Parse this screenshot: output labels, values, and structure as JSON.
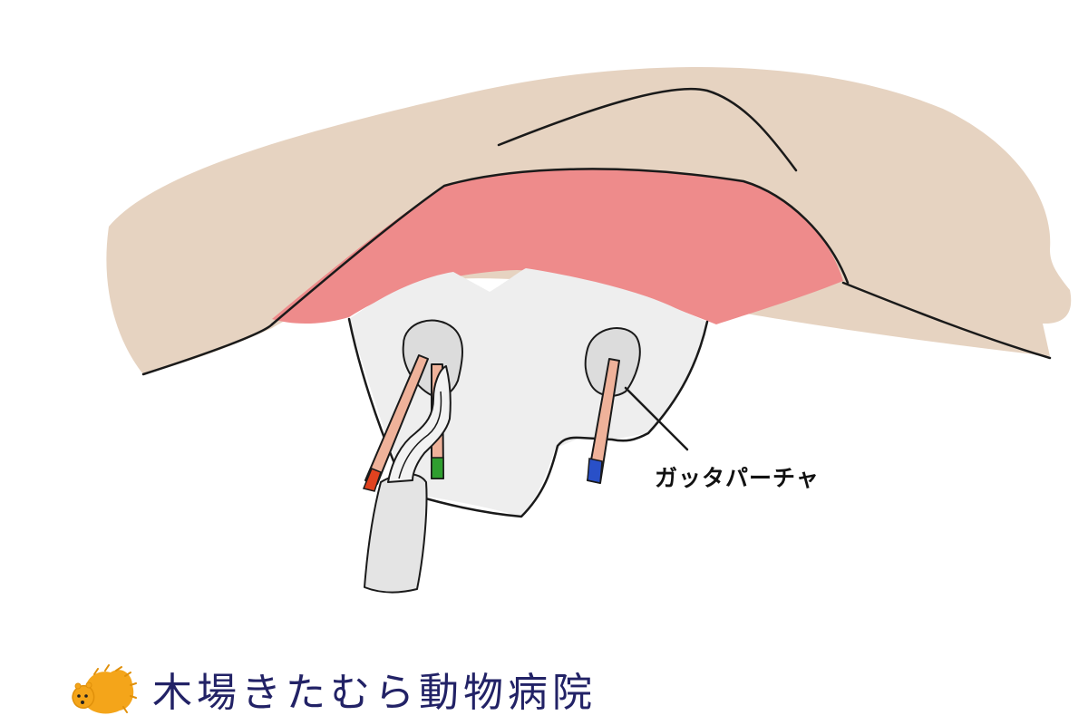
{
  "annotation": {
    "label": "ガッタパーチャ"
  },
  "footer": {
    "clinic_name": "木場きたむら動物病院",
    "logo": "hedgehog-logo",
    "text_color": "#222266"
  },
  "colors": {
    "lip": "#e6d3c1",
    "gum": "#ee8b8b",
    "tooth": "#eeeeee",
    "gutta_percha": "#efb29a",
    "marker_red": "#e0421f",
    "marker_green": "#2f9e2f",
    "marker_blue": "#2950c8",
    "logo_orange": "#f4a51a",
    "outline": "#1a1a1a"
  },
  "icons": {
    "points": "gutta-percha-points",
    "instrument": "forceps-instrument"
  }
}
